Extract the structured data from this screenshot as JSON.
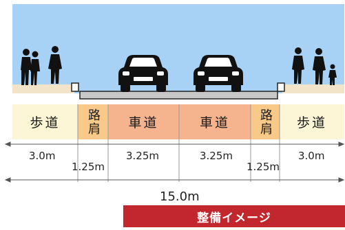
{
  "segments": [
    {
      "name": "歩道",
      "width": "3.0m"
    },
    {
      "name": "路肩",
      "width": "1.25m"
    },
    {
      "name": "車道",
      "width": "3.25m"
    },
    {
      "name": "車道",
      "width": "3.25m"
    },
    {
      "name": "路肩",
      "width": "1.25m"
    },
    {
      "name": "歩道",
      "width": "3.0m"
    }
  ],
  "total_width": "15.0m",
  "caption": "整備イメージ",
  "colors": {
    "sky": "#a8d2f5",
    "sidewalk": "#fcf6d6",
    "shoulder": "#f9c98a",
    "roadway": "#f6b48e",
    "caption_bg": "#c1272d"
  }
}
